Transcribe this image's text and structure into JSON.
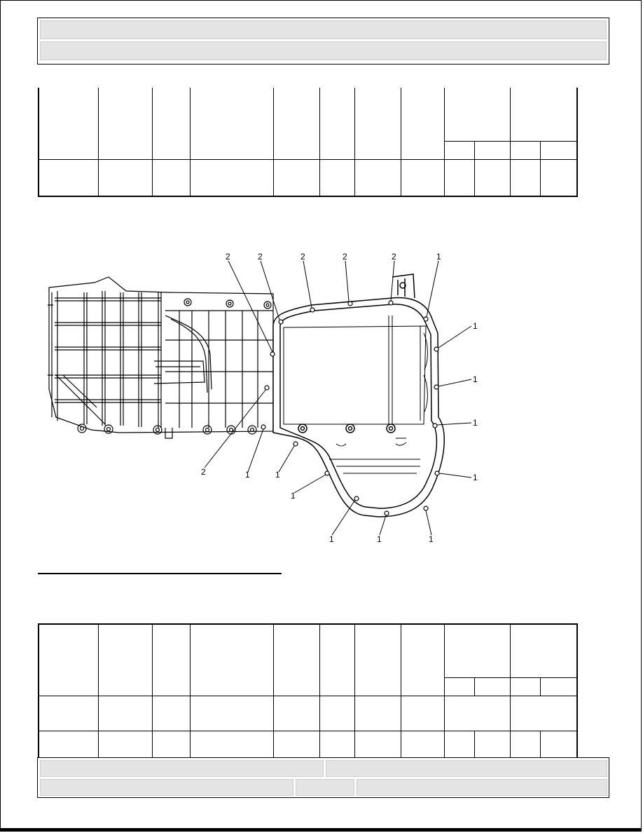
{
  "header": {
    "bar1_text": "",
    "bar2_text": ""
  },
  "figure": {
    "callouts": {
      "top": [
        "2",
        "2",
        "2",
        "2",
        "2",
        "1"
      ],
      "right": [
        "1",
        "1",
        "1",
        "1"
      ],
      "bottom": [
        "2",
        "1",
        "1",
        "1",
        "1",
        "1",
        "1"
      ]
    }
  },
  "footer": {
    "left_text": "",
    "right_text": ""
  }
}
